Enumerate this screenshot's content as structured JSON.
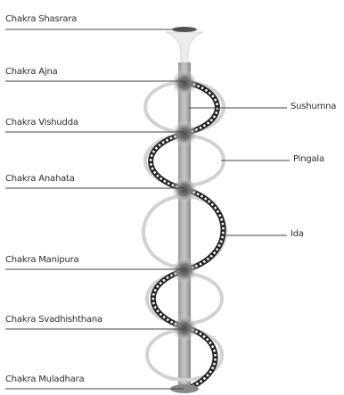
{
  "chakras": [
    {
      "name": "Chakra Shasrara"
    },
    {
      "name": "Chakra Ajna"
    },
    {
      "name": "Chakra Vishudda"
    },
    {
      "name": "Chakra Anahata"
    },
    {
      "name": "Chakra Manipura"
    },
    {
      "name": "Chakra Svadhishthana"
    },
    {
      "name": "Chakra Muladhara"
    }
  ],
  "channels": [
    {
      "name": "Sushumna"
    },
    {
      "name": "Pingala"
    },
    {
      "name": "Ida"
    }
  ]
}
